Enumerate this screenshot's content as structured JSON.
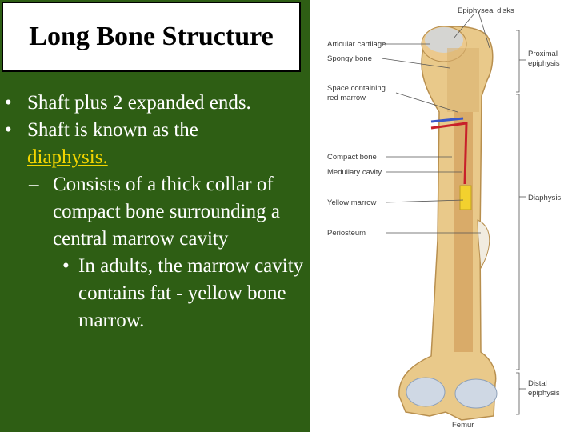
{
  "slide": {
    "title": "Long Bone Structure",
    "bullets": {
      "b1": "Shaft plus 2 expanded ends.",
      "b2_prefix": "Shaft is known as the",
      "b2_link": "diaphysis.",
      "sub_dash": "–",
      "sub": "Consists of a thick collar of compact bone surrounding a central marrow cavity",
      "subsub": "In adults, the marrow cavity contains fat - yellow bone marrow."
    }
  },
  "figure": {
    "labels": {
      "epiphyseal_disks": "Epiphyseal disks",
      "articular_cartilage": "Articular cartilage",
      "spongy_bone": "Spongy bone",
      "space_marrow_1": "Space containing",
      "space_marrow_2": "red marrow",
      "compact_bone": "Compact bone",
      "medullary_cavity": "Medullary cavity",
      "yellow_marrow": "Yellow marrow",
      "periosteum": "Periosteum",
      "proximal_1": "Proximal",
      "proximal_2": "epiphysis",
      "diaphysis": "Diaphysis",
      "distal_1": "Distal",
      "distal_2": "epiphysis",
      "femur": "Femur"
    }
  },
  "colors": {
    "background": "#2e5e14",
    "link": "#f4d600",
    "bone": "#e9c98a",
    "marrow": "#f2d12e"
  }
}
